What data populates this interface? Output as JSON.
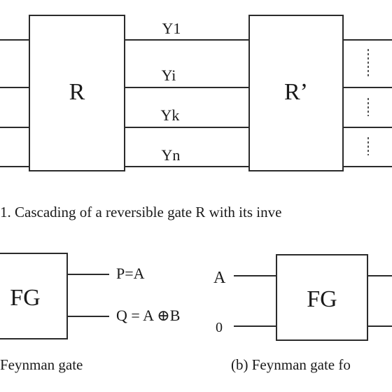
{
  "figure_top": {
    "gate_left_label": "R",
    "gate_right_label": "R’",
    "wire_labels": [
      "Y1",
      "Yi",
      "Yk",
      "Yn"
    ],
    "caption": "1.   Cascading of a reversible gate R with its inve"
  },
  "figure_bottom_left": {
    "gate_label": "FG",
    "output_p": "P=A",
    "output_q": "Q = A ⊕B",
    "caption": "Feynman gate"
  },
  "figure_bottom_right": {
    "input_a": "A",
    "input_zero": "0",
    "gate_label": "FG",
    "caption": "(b)  Feynman gate fo"
  }
}
